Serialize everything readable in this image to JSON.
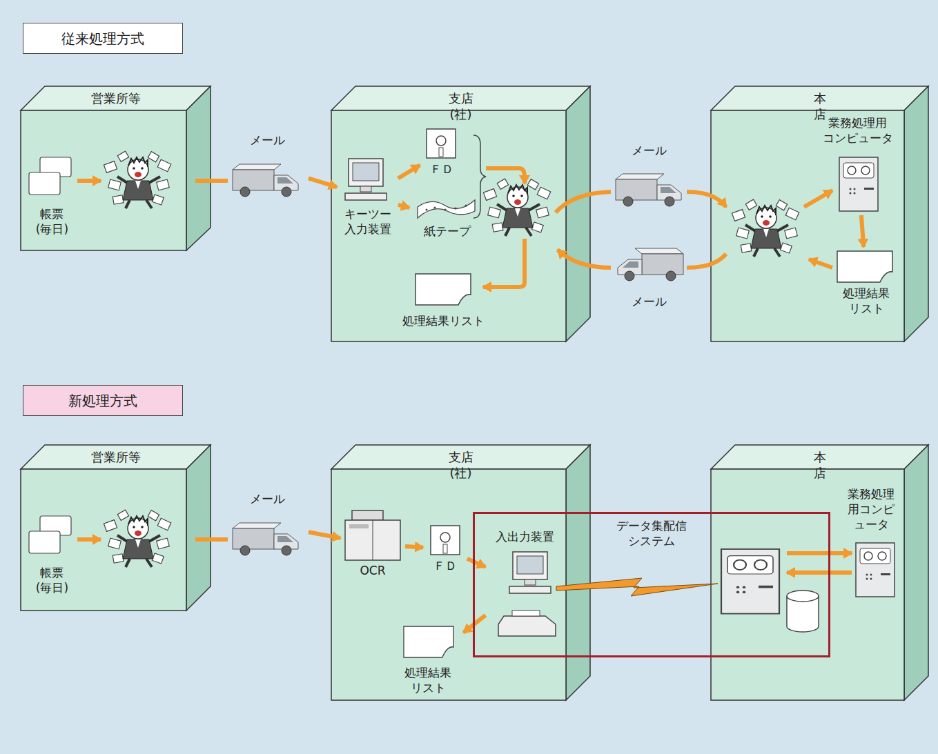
{
  "diagram": {
    "nodes": [
      {
        "text": [
          "従来処理方式"
        ]
      },
      {
        "text": [
          "営業所等"
        ]
      },
      {
        "text": [
          "帳票 (毎日)"
        ],
        "in": 1
      },
      {
        "text": [
          "メール"
        ]
      },
      {
        "text": [
          "支店(社)"
        ]
      },
      {
        "text": [
          "キーツー 入力装置"
        ],
        "in": 4
      },
      {
        "text": [
          "ＦＤ"
        ],
        "in": 4
      },
      {
        "text": [
          "紙テープ"
        ],
        "in": 4
      },
      {
        "text": [
          "処理結果リスト"
        ],
        "in": 4
      },
      {
        "text": [
          "メール"
        ]
      },
      {
        "text": [
          "メール"
        ]
      },
      {
        "text": [
          "本 店"
        ]
      },
      {
        "text": [
          "業務処理用 コンピュータ"
        ],
        "in": 11
      },
      {
        "text": [
          "処理結果 リスト"
        ],
        "in": 11
      },
      {
        "text": [
          "新処理方式"
        ]
      },
      {
        "text": [
          "営業所等"
        ]
      },
      {
        "text": [
          "帳票 (毎日)"
        ],
        "in": 15
      },
      {
        "text": [
          "メール"
        ]
      },
      {
        "text": [
          "支店(社)"
        ]
      },
      {
        "text": [
          "OCR"
        ],
        "in": 18
      },
      {
        "text": [
          "ＦＤ"
        ],
        "in": 18
      },
      {
        "text": [
          "処理結果 リスト"
        ],
        "in": 18
      },
      {
        "text": [
          "本 店"
        ]
      },
      {
        "text": [
          "業務処理 用コンピ ュータ"
        ],
        "in": 22
      },
      {
        "text": [
          "データ集配信 システム"
        ]
      },
      {
        "text": [
          "入出力装置"
        ],
        "in": 24
      }
    ],
    "edges": [
      {
        "from": 3,
        "to": 5,
        "arrow": "to"
      },
      {
        "from": 5,
        "to": 6,
        "arrow": "to"
      },
      {
        "from": 5,
        "to": 7,
        "arrow": "to"
      },
      {
        "from": 12,
        "to": 13,
        "arrow": "to"
      },
      {
        "from": 17,
        "to": 19,
        "arrow": "to"
      },
      {
        "from": 19,
        "to": 20,
        "arrow": "to"
      },
      {
        "from": 20,
        "to": 25,
        "arrow": "to"
      },
      {
        "from": 25,
        "to": 21,
        "arrow": "to"
      }
    ]
  }
}
